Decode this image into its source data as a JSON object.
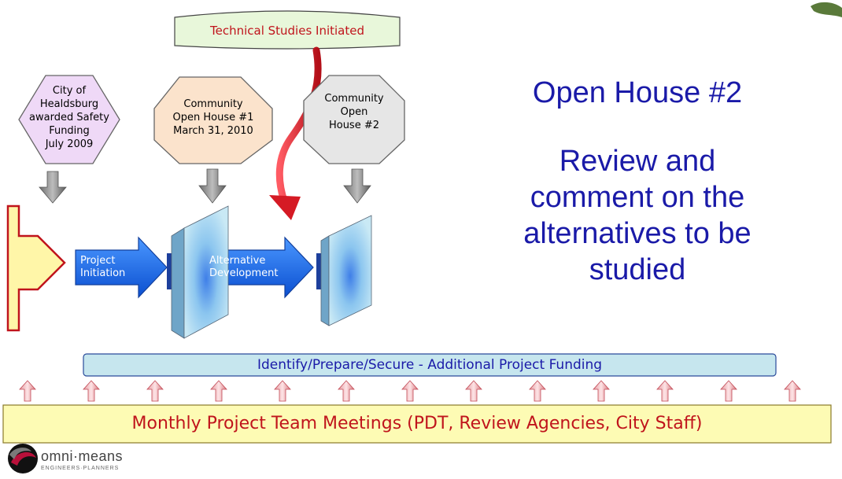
{
  "technical_banner": {
    "label": "Technical Studies Initiated"
  },
  "octagons": {
    "city": {
      "line1": "City of",
      "line2": "Healdsburg",
      "line3": "awarded Safety",
      "line4": "Funding",
      "line5": "July 2009"
    },
    "open_house_1": {
      "line1": "Community",
      "line2": "Open House #1",
      "line3": "March 31, 2010"
    },
    "open_house_2": {
      "line1": "Community",
      "line2": "Open",
      "line3": "House #2"
    }
  },
  "phases": {
    "project_initiation": {
      "line1": "Project",
      "line2": "Initiation"
    },
    "alternative_development": {
      "line1": "Alternative",
      "line2": "Development"
    }
  },
  "heading": {
    "title": "Open House #2",
    "body_line1": "Review and",
    "body_line2": "comment on the",
    "body_line3": "alternatives to be",
    "body_line4": "studied"
  },
  "funding_bar": {
    "label": "Identify/Prepare/Secure - Additional Project Funding"
  },
  "meetings_bar": {
    "label": "Monthly Project Team Meetings (PDT, Review Agencies, City Staff)"
  },
  "logo": {
    "name": "omni·means",
    "tagline": "ENGINEERS·PLANNERS"
  },
  "colors": {
    "title_blue": "#1a1aa8",
    "banner_red": "#c0141c",
    "phase_arrow": "#1d6fe8",
    "funding_bar": "#c6e6ee",
    "meetings_bar": "#fdfbb4",
    "city_octagon": "#efd9f7",
    "open_house_octagon": "#fbe3cc",
    "open_house_2_octagon": "#e6e6e6"
  }
}
